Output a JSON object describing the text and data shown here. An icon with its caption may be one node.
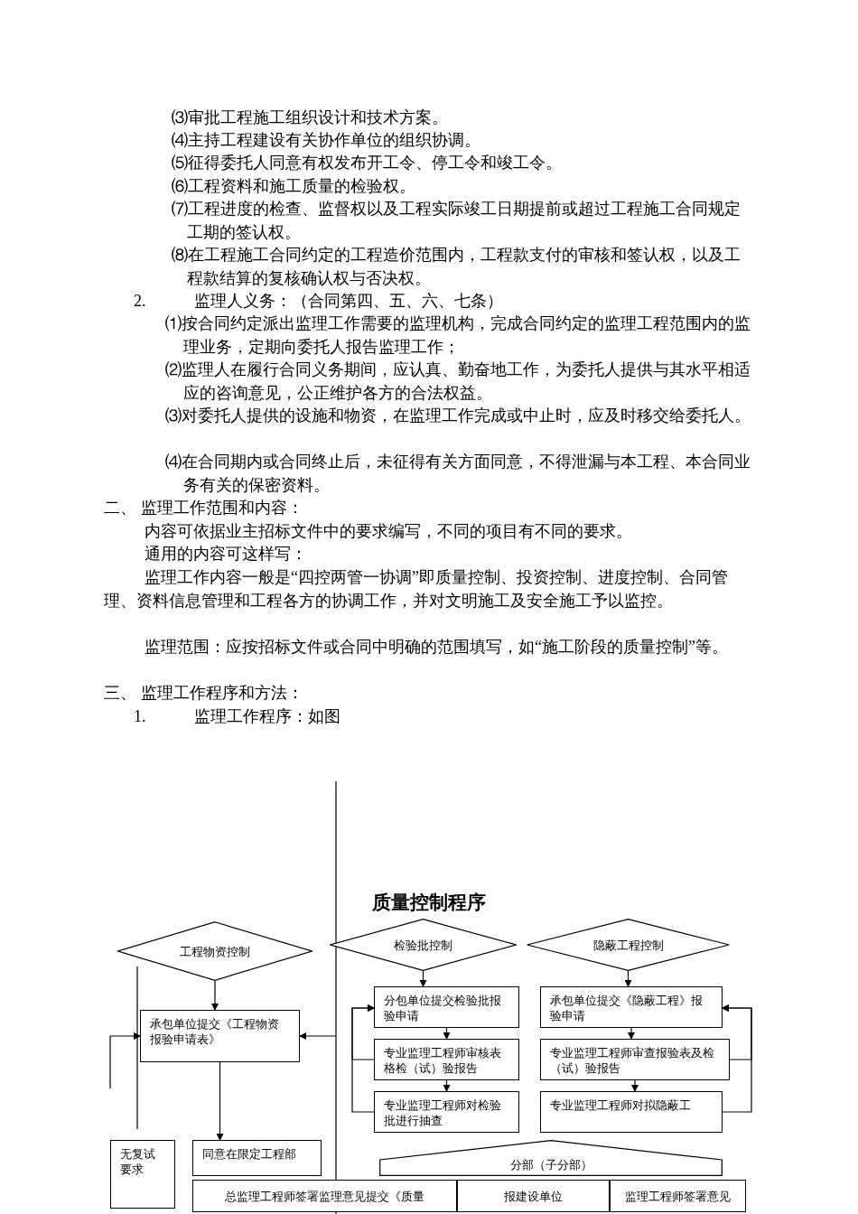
{
  "diagram": {
    "title": "质量控制程序",
    "nodes": [
      {
        "text": [
          "工程物资控制"
        ]
      },
      {
        "text": [
          "检验批控制"
        ]
      },
      {
        "text": [
          "隐蔽工程控制"
        ]
      },
      {
        "text": [
          "承包单位提交《工程物资报验申请表》"
        ]
      },
      {
        "text": [
          "分包单位提交检验批报验申请"
        ]
      },
      {
        "text": [
          "承包单位提交《隐蔽工程》报验申请"
        ]
      },
      {
        "text": [
          "专业监理工程师审核表格检（试）验报告"
        ]
      },
      {
        "text": [
          "专业监理工程师审查报验表及检（试）验报告"
        ]
      },
      {
        "text": [
          "专业监理工程师对检验批进行抽查"
        ]
      },
      {
        "text": [
          "专业监理工程师对拟隐蔽工"
        ]
      },
      {
        "text": [
          "无复试要求"
        ]
      },
      {
        "text": [
          "同意在限定工程部"
        ]
      },
      {
        "text": [
          "分部（子分部）"
        ]
      },
      {
        "text": [
          "总监理工程师签署监理意见提交《质量"
        ]
      },
      {
        "text": [
          "报建设单位"
        ]
      },
      {
        "text": [
          "监理工程师签署意见"
        ]
      }
    ],
    "edges": [
      {
        "from": 0,
        "to": 3,
        "arrow": "to"
      },
      {
        "from": 1,
        "to": 4,
        "arrow": "to"
      },
      {
        "from": 2,
        "to": 5,
        "arrow": "to"
      },
      {
        "from": 4,
        "to": 6,
        "arrow": "to"
      },
      {
        "from": 6,
        "to": 8,
        "arrow": "to"
      },
      {
        "from": 5,
        "to": 7,
        "arrow": "to"
      },
      {
        "from": 7,
        "to": 9,
        "arrow": "to"
      },
      {
        "from": 3,
        "to": 11,
        "arrow": "to"
      },
      {
        "from": 6,
        "to": 4,
        "arrow": "to"
      },
      {
        "from": 8,
        "to": 4,
        "arrow": "to"
      },
      {
        "from": 7,
        "to": 5,
        "arrow": "to"
      },
      {
        "from": 9,
        "to": 5,
        "arrow": "to"
      },
      {
        "from": null,
        "to": 3,
        "arrow": "to"
      },
      {
        "from": null,
        "to": 3,
        "arrow": "to"
      }
    ],
    "labels": [
      "⑶审批工程施工组织设计和技术方案。",
      "⑷主持工程建设有关协作单位的组织协调。",
      "⑸征得委托人同意有权发布开工令、停工令和竣工令。",
      "⑹工程资料和施工质量的检验权。",
      "⑺工程进度的检查、监督权以及工程实际竣工日期提前或超过工程施工合同规定工期的签认权。",
      "⑻在工程施工合同约定的工程造价范围内，工程款支付的审核和签认权，以及工程款结算的复核确认权与否决权。",
      "2.",
      "监理人义务：（合同第四、五、六、七条）",
      "⑴按合同约定派出监理工作需要的监理机构，完成合同约定的监理工程范围内的监理业务，定期向委托人报告监理工作；",
      "⑵监理人在履行合同义务期间，应认真、勤奋地工作，为委托人提供与其水平相适应的咨询意见，公正维护各方的合法权益。",
      "⑶对委托人提供的设施和物资，在监理工作完成或中止时，应及时移交给委托人。",
      "⑷在合同期内或合同终止后，未征得有关方面同意，不得泄漏与本工程、本合同业务有关的保密资料。",
      "二、 监理工作范围和内容：",
      "内容可依据业主招标文件中的要求编写，不同的项目有不同的要求。",
      "通用的内容可这样写：",
      "监理工作内容一般是“四控两管一协调”即质量控制、投资控制、进度控制、合同管理、资料信息管理和工程各方的协调工作，并对文明施工及安全施工予以监控。",
      "监理范围：应按招标文件或合同中明确的范围填写，如“施工阶段的质量控制”等。",
      "三、 监理工作程序和方法：",
      "1.",
      "监理工作程序：如图"
    ]
  }
}
